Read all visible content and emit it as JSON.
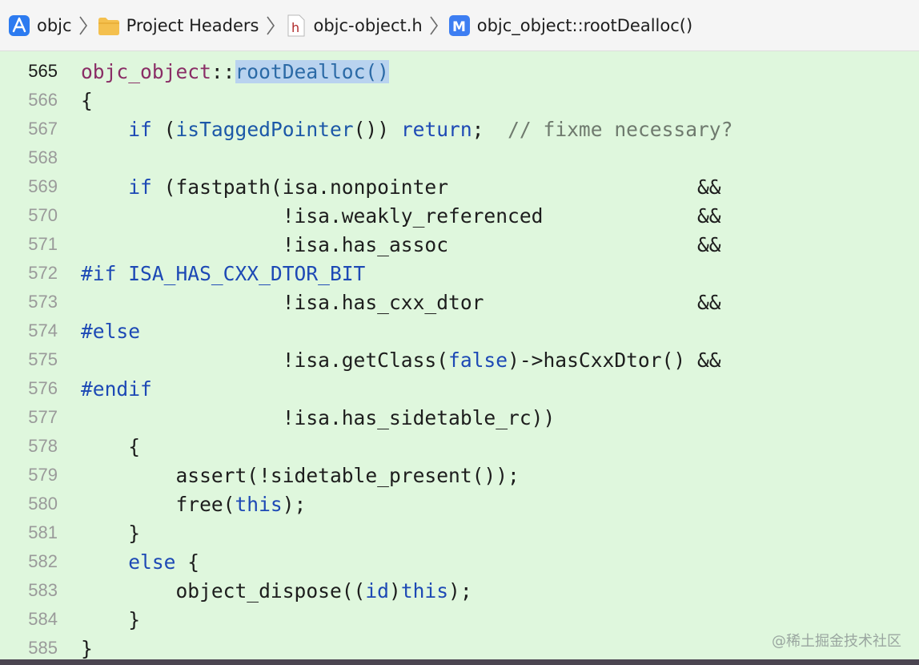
{
  "breadcrumb": [
    {
      "label": "objc",
      "icon": "xcode-project-icon"
    },
    {
      "label": "Project Headers",
      "icon": "folder-icon"
    },
    {
      "label": "objc-object.h",
      "icon": "header-file-icon"
    },
    {
      "label": "objc_object::rootDealloc()",
      "icon": "method-icon"
    }
  ],
  "icon_letters": {
    "header": "h",
    "method": "M"
  },
  "current_line": "565",
  "code_lines": [
    {
      "num": "565",
      "tokens": [
        {
          "t": "objc_object",
          "c": "cls"
        },
        {
          "t": "::",
          "c": "plain"
        },
        {
          "t": "rootDealloc()",
          "c": "sel"
        }
      ]
    },
    {
      "num": "566",
      "tokens": [
        {
          "t": "{",
          "c": "plain"
        }
      ]
    },
    {
      "num": "567",
      "tokens": [
        {
          "t": "    ",
          "c": "plain"
        },
        {
          "t": "if",
          "c": "kw"
        },
        {
          "t": " (",
          "c": "plain"
        },
        {
          "t": "isTaggedPointer",
          "c": "fn"
        },
        {
          "t": "()) ",
          "c": "plain"
        },
        {
          "t": "return",
          "c": "kw"
        },
        {
          "t": ";  ",
          "c": "plain"
        },
        {
          "t": "// fixme necessary?",
          "c": "comment"
        }
      ]
    },
    {
      "num": "568",
      "tokens": []
    },
    {
      "num": "569",
      "tokens": [
        {
          "t": "    ",
          "c": "plain"
        },
        {
          "t": "if",
          "c": "kw"
        },
        {
          "t": " (fastpath(isa.nonpointer                     &&",
          "c": "plain"
        }
      ]
    },
    {
      "num": "570",
      "tokens": [
        {
          "t": "                 !isa.weakly_referenced             &&",
          "c": "plain"
        }
      ]
    },
    {
      "num": "571",
      "tokens": [
        {
          "t": "                 !isa.has_assoc                     &&",
          "c": "plain"
        }
      ]
    },
    {
      "num": "572",
      "tokens": [
        {
          "t": "#if ISA_HAS_CXX_DTOR_BIT",
          "c": "dir"
        }
      ]
    },
    {
      "num": "573",
      "tokens": [
        {
          "t": "                 !isa.has_cxx_dtor                  &&",
          "c": "plain"
        }
      ]
    },
    {
      "num": "574",
      "tokens": [
        {
          "t": "#else",
          "c": "dir"
        }
      ]
    },
    {
      "num": "575",
      "tokens": [
        {
          "t": "                 !isa.getClass(",
          "c": "plain"
        },
        {
          "t": "false",
          "c": "kw"
        },
        {
          "t": ")->hasCxxDtor() &&",
          "c": "plain"
        }
      ]
    },
    {
      "num": "576",
      "tokens": [
        {
          "t": "#endif",
          "c": "dir"
        }
      ]
    },
    {
      "num": "577",
      "tokens": [
        {
          "t": "                 !isa.has_sidetable_rc))",
          "c": "plain"
        }
      ]
    },
    {
      "num": "578",
      "tokens": [
        {
          "t": "    {",
          "c": "plain"
        }
      ]
    },
    {
      "num": "579",
      "tokens": [
        {
          "t": "        assert(!sidetable_present());",
          "c": "plain"
        }
      ]
    },
    {
      "num": "580",
      "tokens": [
        {
          "t": "        free(",
          "c": "plain"
        },
        {
          "t": "this",
          "c": "kw"
        },
        {
          "t": ");",
          "c": "plain"
        }
      ]
    },
    {
      "num": "581",
      "tokens": [
        {
          "t": "    }",
          "c": "plain"
        }
      ]
    },
    {
      "num": "582",
      "tokens": [
        {
          "t": "    ",
          "c": "plain"
        },
        {
          "t": "else",
          "c": "kw"
        },
        {
          "t": " {",
          "c": "plain"
        }
      ]
    },
    {
      "num": "583",
      "tokens": [
        {
          "t": "        object_dispose((",
          "c": "plain"
        },
        {
          "t": "id",
          "c": "kw"
        },
        {
          "t": ")",
          "c": "plain"
        },
        {
          "t": "this",
          "c": "kw"
        },
        {
          "t": ");",
          "c": "plain"
        }
      ]
    },
    {
      "num": "584",
      "tokens": [
        {
          "t": "    }",
          "c": "plain"
        }
      ]
    },
    {
      "num": "585",
      "tokens": [
        {
          "t": "}",
          "c": "plain"
        }
      ]
    }
  ],
  "watermark": "@稀土掘金技术社区",
  "colors": {
    "editor_bg": "#dff7dd",
    "keyword": "#1d49b5",
    "class_name": "#8a2e66",
    "selection": "#b9d3ef",
    "comment": "#6f7a6e"
  }
}
